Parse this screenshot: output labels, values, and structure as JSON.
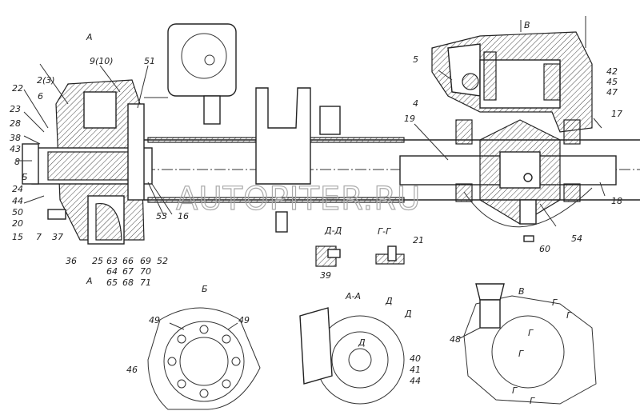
{
  "watermark": "AUTOPITER.RU",
  "section_marks": {
    "a_top": "А",
    "a_bottom": "А",
    "b_left": "Б",
    "v_top": "В",
    "dd": "Д-Д",
    "gg": "Г-Г",
    "b_view": "Б",
    "aa": "А-А",
    "v_view": "В",
    "d1": "Д",
    "d2": "Д",
    "d3": "Д",
    "g1": "Г",
    "g2": "Г",
    "g3": "Г",
    "g4": "Г",
    "g5": "Г",
    "g6": "Г"
  },
  "labels": {
    "l9_10": "9(10)",
    "l51": "51",
    "l2_3": "2(3)",
    "l22": "22",
    "l6": "6",
    "l23": "23",
    "l28": "28",
    "l38": "38",
    "l43": "43",
    "l8": "8",
    "l24": "24",
    "l44": "44",
    "l50": "50",
    "l20": "20",
    "l15": "15",
    "l7": "7",
    "l37": "37",
    "l36": "36",
    "l25": "25",
    "l63": "63",
    "l64": "64",
    "l65": "65",
    "l66": "66",
    "l67": "67",
    "l68": "68",
    "l69": "69",
    "l70": "70",
    "l71": "71",
    "l52": "52",
    "l53": "53",
    "l16": "16",
    "l5": "5",
    "l4": "4",
    "l19": "19",
    "l42": "42",
    "l45": "45",
    "l47": "47",
    "l17": "17",
    "l18": "18",
    "l54": "54",
    "l60": "60",
    "l21": "21",
    "l39": "39",
    "l49a": "49",
    "l49b": "49",
    "l46": "46",
    "l40": "40",
    "l41": "41",
    "l44b": "44",
    "l48": "48"
  }
}
